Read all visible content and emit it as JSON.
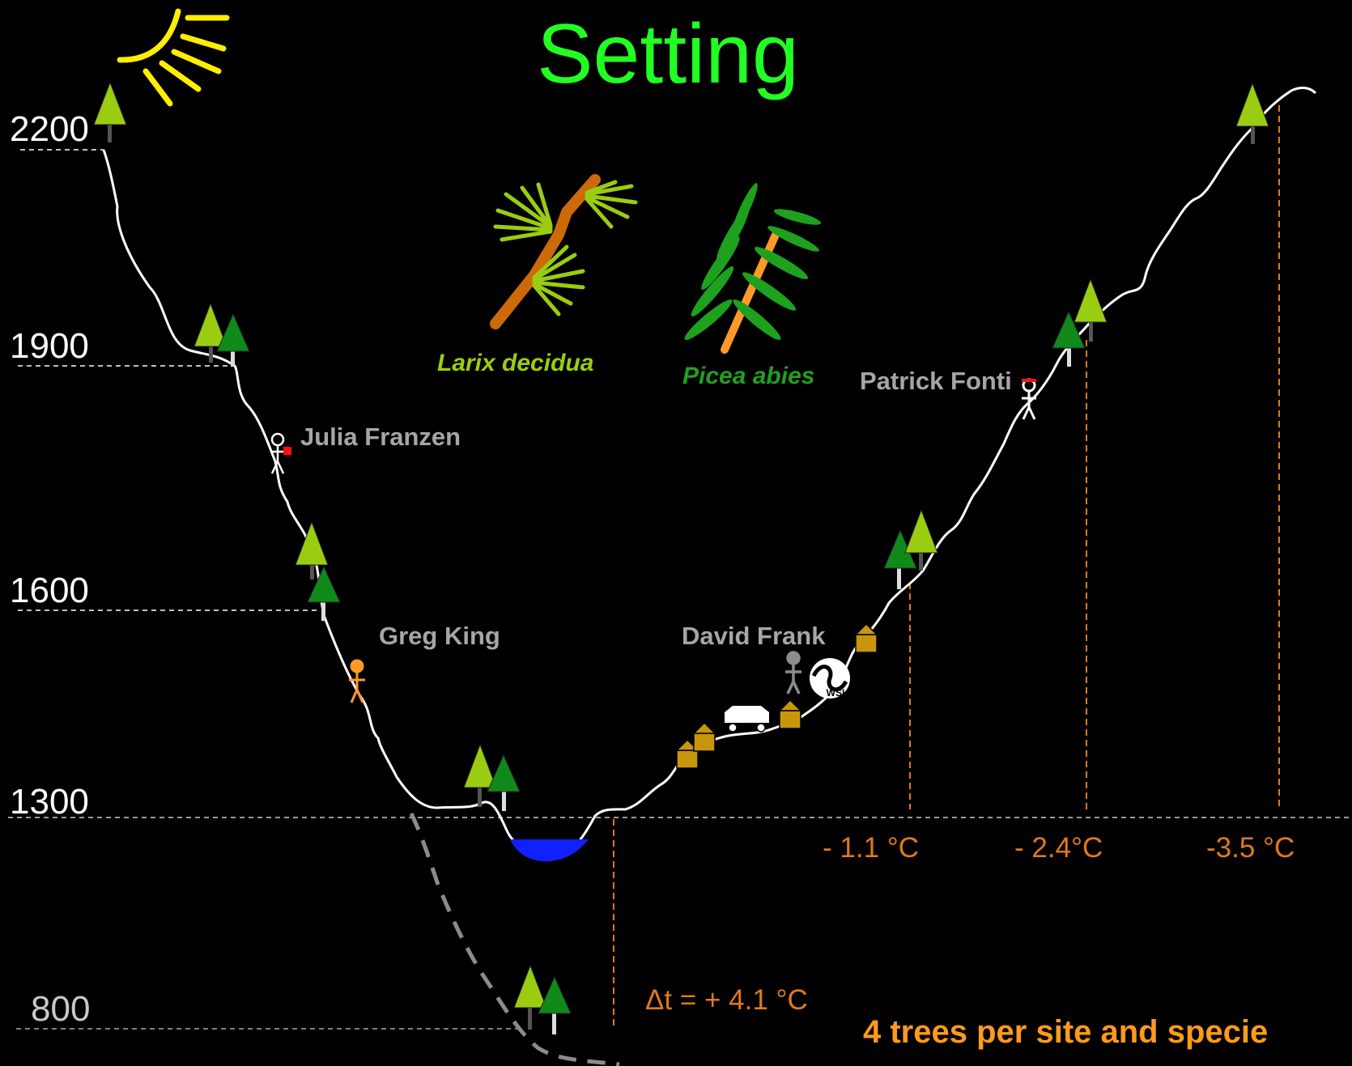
{
  "title": "Setting",
  "elevations": [
    "2200",
    "1900",
    "1600",
    "1300",
    "800"
  ],
  "species": [
    {
      "name": "Larix decidua",
      "color": "#9acd12"
    },
    {
      "name": "Picea abies",
      "color": "#1ea11e"
    }
  ],
  "people": [
    "Julia Franzen",
    "Patrick Fonti",
    "Greg King",
    "David Frank"
  ],
  "temperatures": [
    "- 1.1 °C",
    "- 2.4°C",
    "-3.5 °C"
  ],
  "delta_t": "Δt = + 4.1 °C",
  "institute_logo": "WSL",
  "footer": "4 trees per site and specie",
  "colors": {
    "title": "#22ff22",
    "larch": "#9acd12",
    "spruce": "#0f8a1a",
    "annotation_orange": "#e07a1a",
    "footer_orange": "#ff9a1a",
    "lake": "#1020ff",
    "house": "#c8960a"
  }
}
